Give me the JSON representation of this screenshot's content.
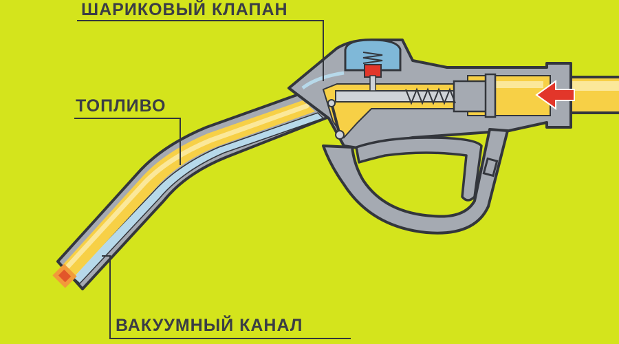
{
  "colors": {
    "background": "#d4e41c",
    "body_gray": "#a5aab2",
    "outline_dark": "#33363c",
    "fuel_yellow": "#f7d046",
    "fuel_light": "#fbe89a",
    "vacuum_blue": "#b7d9ea",
    "valve_cap_blue": "#7fb8d8",
    "arrow_red": "#e2362a",
    "text": "#3a3d45"
  },
  "labels": {
    "ball_valve": "ШАРИКОВЫЙ КЛАПАН",
    "fuel": "ТОПЛИВО",
    "vacuum_channel": "ВАКУУМНЫЙ КАНАЛ"
  },
  "icons": {
    "flow_arrow": "arrow-left-icon"
  }
}
